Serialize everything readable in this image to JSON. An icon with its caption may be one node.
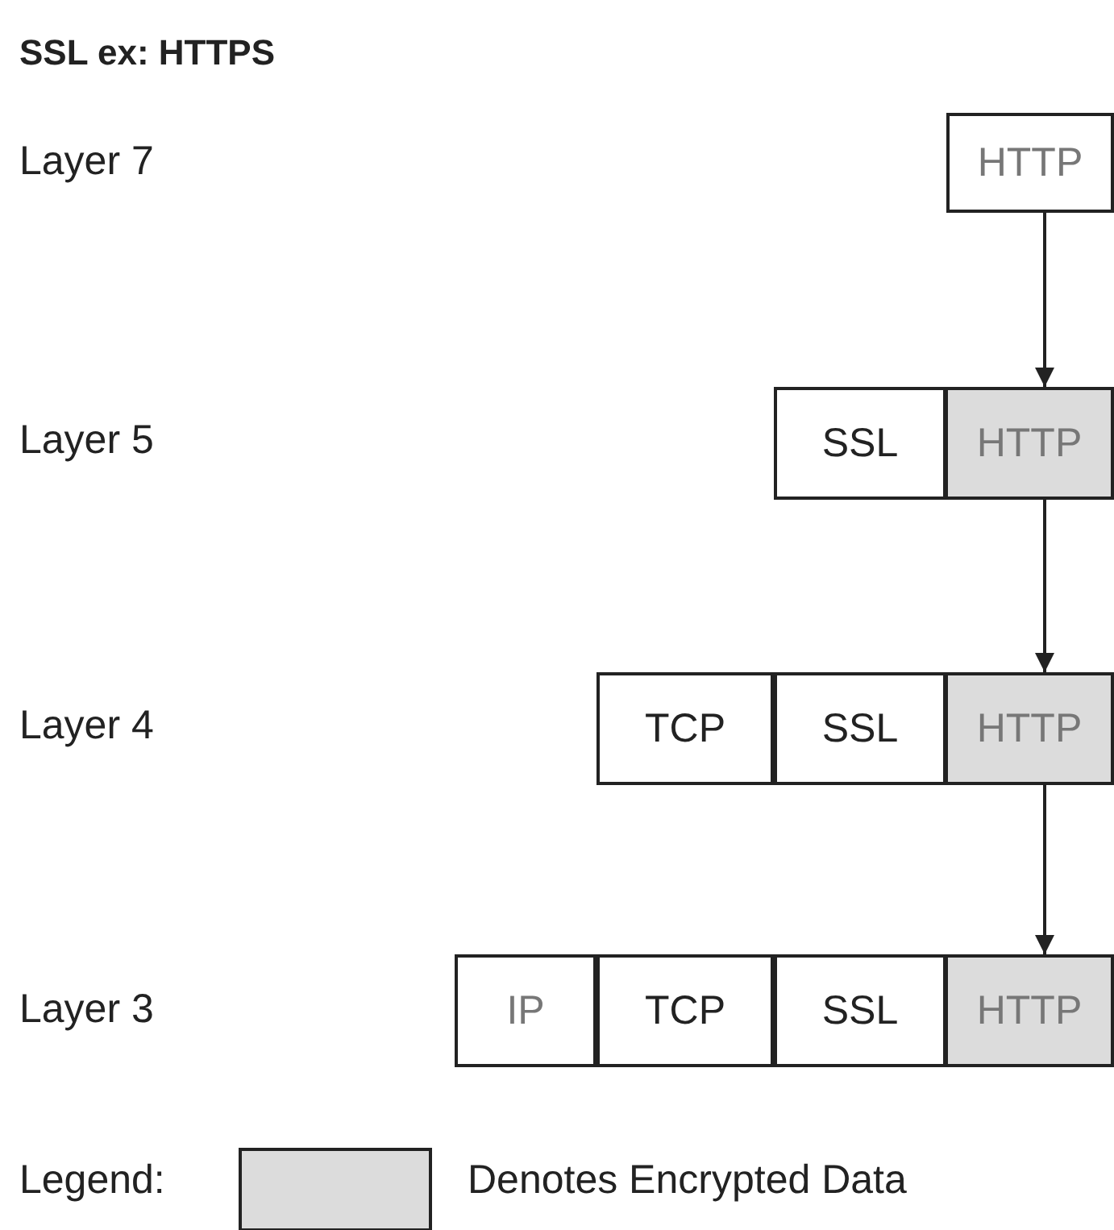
{
  "diagram": {
    "title": "SSL ex: HTTPS",
    "nodes": [
      {
        "text": [
          "HTTP"
        ]
      },
      {
        "text": [
          "SSL"
        ]
      },
      {
        "text": [
          "HTTP"
        ]
      },
      {
        "text": [
          "TCP"
        ]
      },
      {
        "text": [
          "SSL"
        ]
      },
      {
        "text": [
          "HTTP"
        ]
      },
      {
        "text": [
          "IP"
        ]
      },
      {
        "text": [
          "TCP"
        ]
      },
      {
        "text": [
          "SSL"
        ]
      },
      {
        "text": [
          "HTTP"
        ]
      }
    ],
    "edges": [
      {
        "from": 0,
        "to": 2,
        "arrow": "to"
      },
      {
        "from": 2,
        "to": 5,
        "arrow": "to"
      },
      {
        "from": 5,
        "to": 9,
        "arrow": "to"
      }
    ],
    "labels": [
      "Layer 7",
      "Layer 5",
      "Layer 4",
      "Layer 3",
      "Legend:"
    ],
    "legend": [
      {
        "text": "Denotes Encrypted Data",
        "color": "#dcdcdc"
      }
    ]
  }
}
